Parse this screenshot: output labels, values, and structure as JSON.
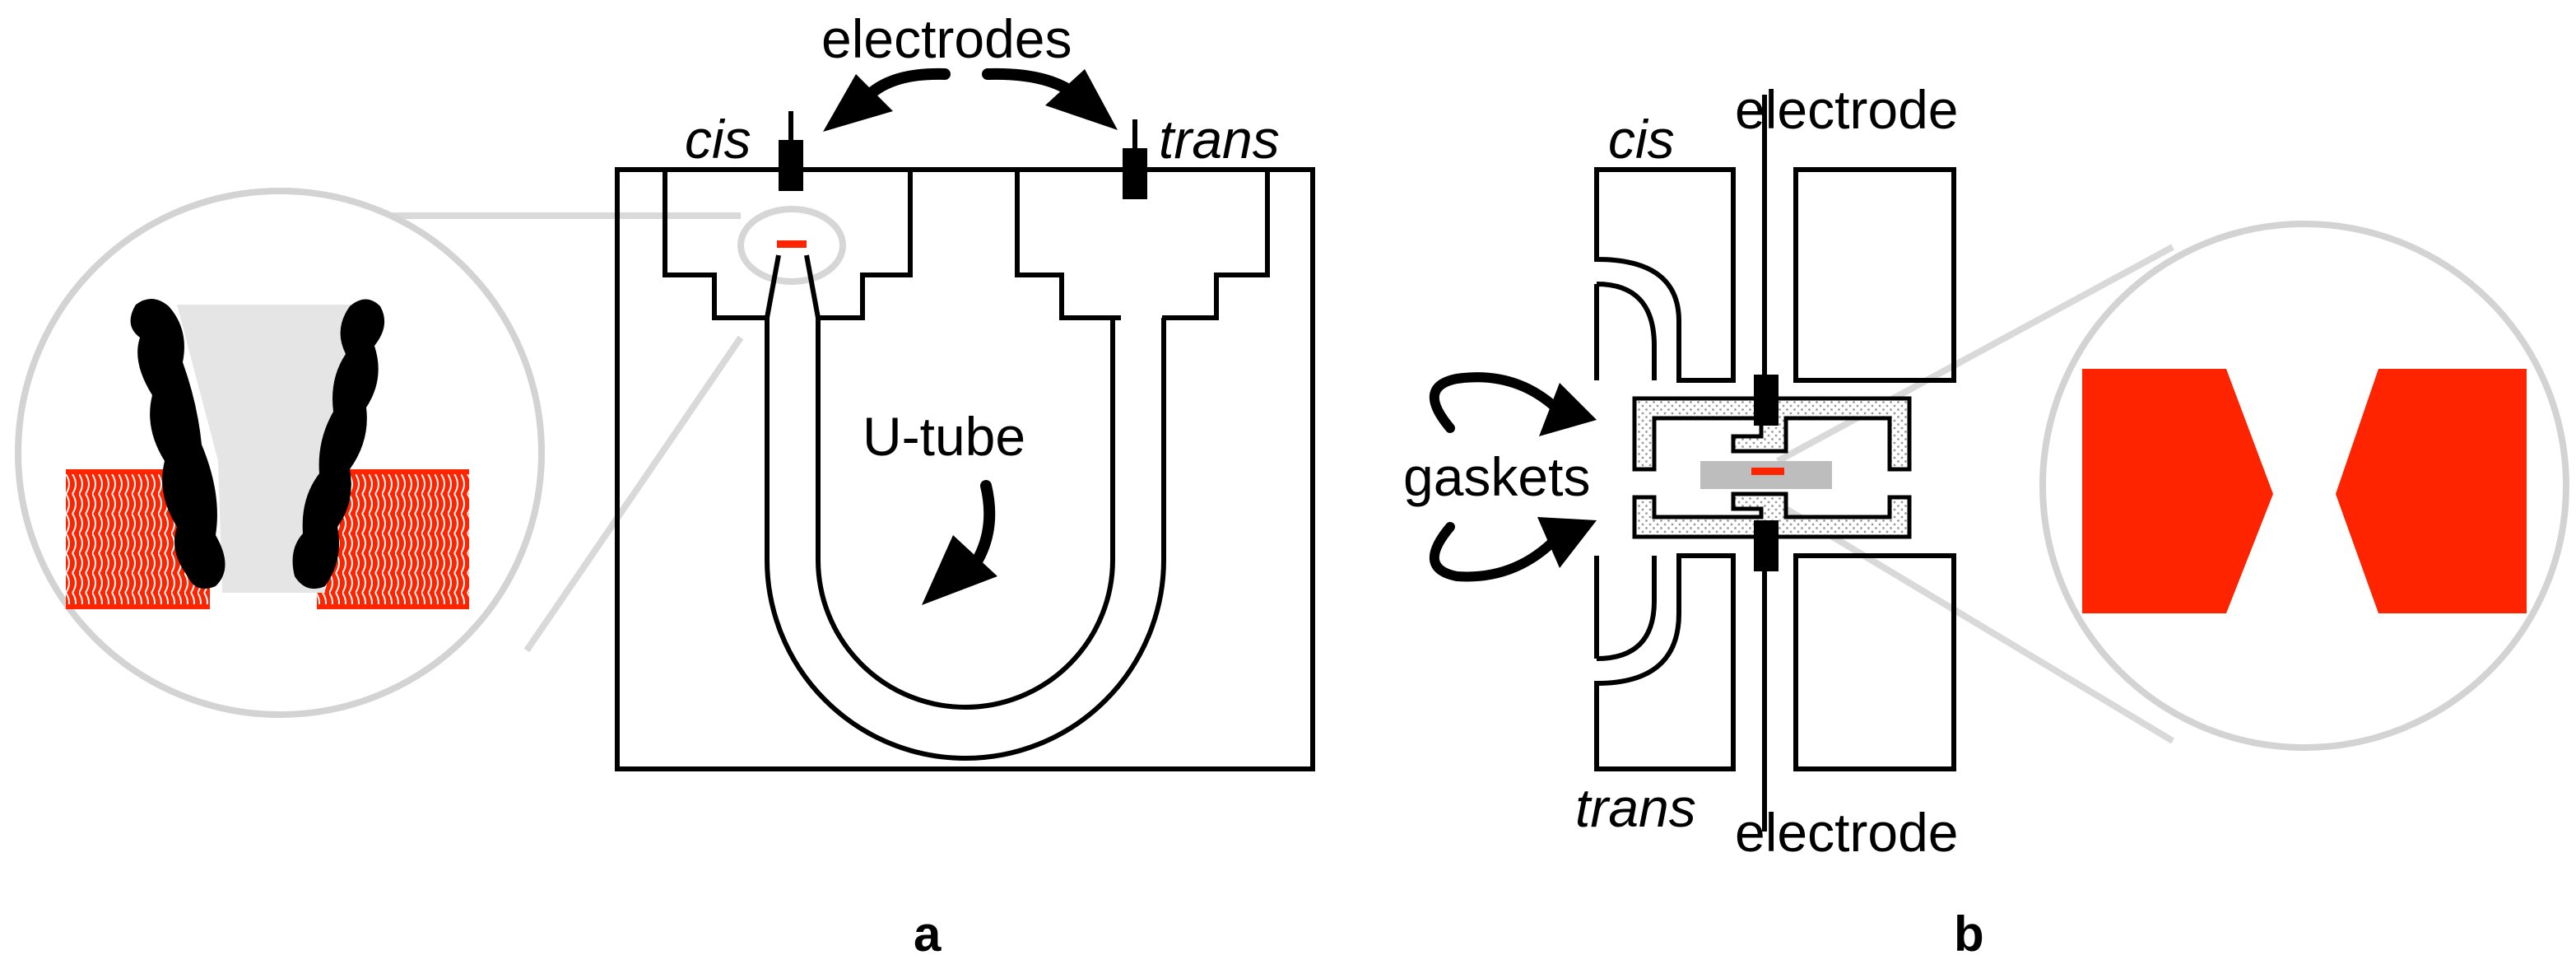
{
  "panel_a": {
    "electrodes_label": "electrodes",
    "cis_label": "cis",
    "trans_label": "trans",
    "utube_label": "U-tube",
    "panel_letter": "a"
  },
  "panel_b": {
    "cis_label": "cis",
    "trans_label": "trans",
    "electrode_top_label": "electrode",
    "electrode_bottom_label": "electrode",
    "gaskets_label": "gaskets",
    "panel_letter": "b"
  },
  "colors": {
    "membrane_red": "#ff2400",
    "protein_black": "#000000",
    "zoom_gray": "#d6d6d6",
    "gasket_gray": "#bdbdbd"
  }
}
